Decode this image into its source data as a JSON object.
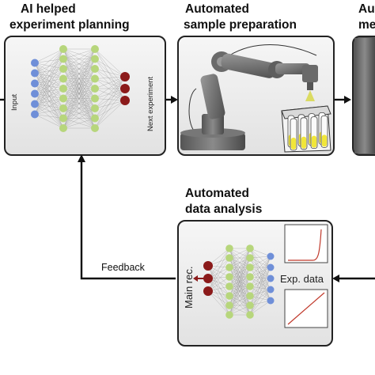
{
  "stages": {
    "planning": {
      "title_line1": "AI helped",
      "title_line2": "experiment planning",
      "input_label": "Input",
      "output_label": "Next experiment"
    },
    "preparation": {
      "title_line1": "Automated",
      "title_line2": "sample preparation"
    },
    "measurement": {
      "title_line1": "Au",
      "title_line2": "me"
    },
    "analysis": {
      "title_line1": "Automated",
      "title_line2": "data analysis",
      "output_label": "Main rec.",
      "input_label": "Exp. data"
    }
  },
  "links": {
    "feedback_label": "Feedback"
  },
  "colors": {
    "input_node": "#6f8fd8",
    "hidden_node": "#b7d67c",
    "output_node": "#8b1a1a",
    "panel_bg": "#ececec",
    "plot_curve": "#c0392b"
  }
}
